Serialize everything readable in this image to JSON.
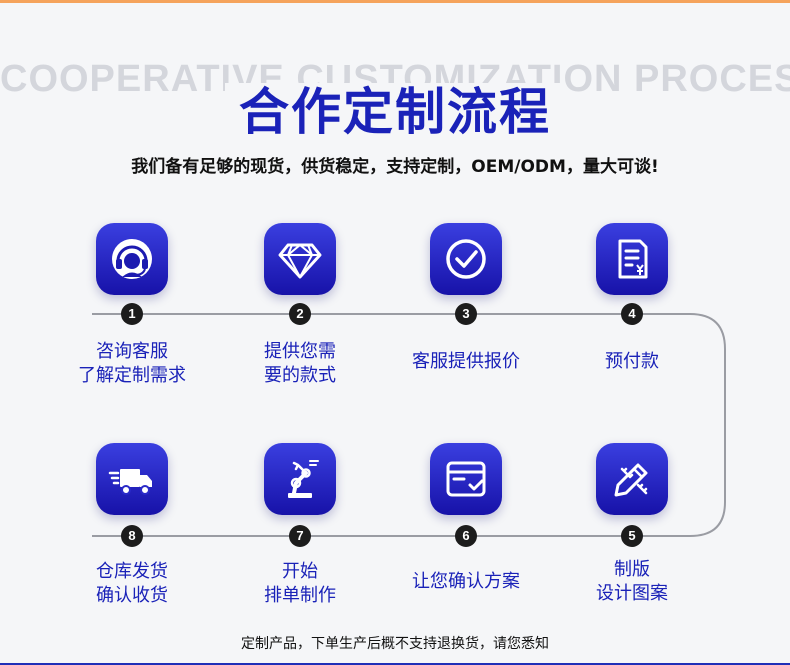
{
  "header": {
    "background_title": "COOPERATIVE CUSTOMIZATION PROCESS",
    "title": "合作定制流程",
    "subtitle": "我们备有足够的现货，供货稳定，支持定制，OEM/ODM，量大可谈!"
  },
  "steps": [
    {
      "number": "1",
      "line1": "咨询客服",
      "line2": "了解定制需求",
      "icon": "customer-service-headset-icon"
    },
    {
      "number": "2",
      "line1": "提供您需",
      "line2": "要的款式",
      "icon": "diamond-icon"
    },
    {
      "number": "3",
      "line1": "客服提供报价",
      "line2": "",
      "icon": "check-circle-icon"
    },
    {
      "number": "4",
      "line1": "预付款",
      "line2": "",
      "icon": "invoice-yen-icon"
    },
    {
      "number": "5",
      "line1": "制版",
      "line2": "设计图案",
      "icon": "pencil-ruler-icon"
    },
    {
      "number": "6",
      "line1": "让您确认方案",
      "line2": "",
      "icon": "box-check-icon"
    },
    {
      "number": "7",
      "line1": "开始",
      "line2": "排单制作",
      "icon": "robot-arm-icon"
    },
    {
      "number": "8",
      "line1": "仓库发货",
      "line2": "确认收货",
      "icon": "delivery-truck-icon"
    }
  ],
  "footer": {
    "note": "定制产品，下单生产后概不支持退换货，请您悉知"
  },
  "colors": {
    "accent_blue": "#1a22b8",
    "tile_top": "#3a3fe0",
    "tile_bottom": "#1712a8",
    "badge": "#1c1c1c",
    "top_rule": "#f5a35c"
  }
}
